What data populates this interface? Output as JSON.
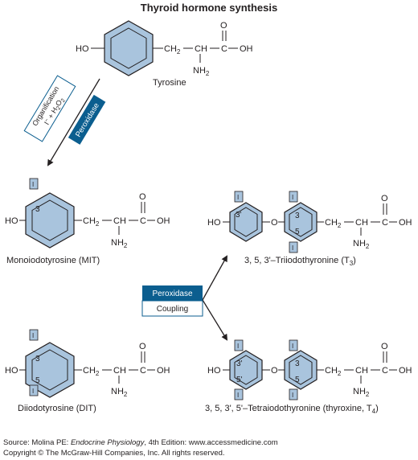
{
  "title": "Thyroid hormone synthesis",
  "colors": {
    "ring_fill": "#a9c4dd",
    "ring_stroke": "#231f20",
    "iodine_fill": "#a9c4dd",
    "peroxidase_box": "#0b5e8f",
    "text": "#231f20"
  },
  "atoms": {
    "ho": "HO",
    "o": "O",
    "oh": "OH",
    "ch2": "CH",
    "ch2_sub": "2",
    "ch": "CH",
    "c": "C",
    "nh2": "NH",
    "nh2_sub": "2",
    "iodine": "I"
  },
  "ring_numbers": {
    "mit": "3",
    "dit_top": "3",
    "dit_bottom": "5",
    "t3_left": "3'",
    "t3_right_top": "3",
    "t3_right_bottom": "5",
    "t4_left_top": "3'",
    "t4_left_bottom": "5'",
    "t4_right_top": "3",
    "t4_right_bottom": "5"
  },
  "molecules": {
    "tyrosine": "Tyrosine",
    "mit": "Monoiodotyrosine (MIT)",
    "dit": "Diiodotyrosine (DIT)",
    "t3": "3, 5, 3'–Triiodothyronine (T",
    "t3_sub": "3",
    "t3_end": ")",
    "t4": "3, 5, 3', 5'–Tetraiodothyronine (thyroxine, T",
    "t4_sub": "4",
    "t4_end": ")"
  },
  "steps": {
    "organification": "Organification",
    "iodide_part1": "I",
    "iodide_part2": "−",
    "iodide_part3": " + H",
    "iodide_part4": "2",
    "iodide_part5": "O",
    "iodide_part6": "2",
    "peroxidase_1": "Peroxidase",
    "peroxidase_2": "Peroxidase",
    "coupling": "Coupling"
  },
  "footer": {
    "source_prefix": "Source: Molina PE: ",
    "source_book": "Endocrine Physiology",
    "source_suffix": ", 4th Edition: www.accessmedicine.com",
    "copyright": "Copyright © The McGraw-Hill Companies, Inc. All rights reserved."
  }
}
